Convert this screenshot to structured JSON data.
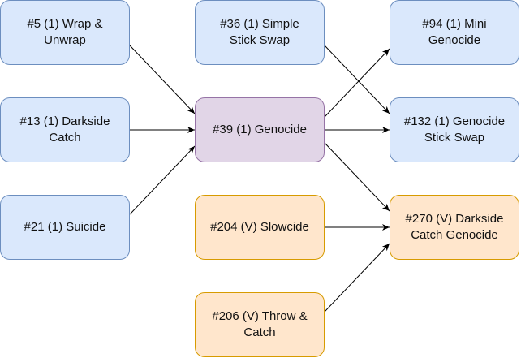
{
  "diagram": {
    "colors": {
      "blue_fill": "#dae8fc",
      "blue_stroke": "#6c8ebf",
      "purple_fill": "#e1d5e7",
      "purple_stroke": "#9673a6",
      "orange_fill": "#ffe6cc",
      "orange_stroke": "#d79b00",
      "edge": "#000000"
    },
    "nodes": {
      "n5": "#5 (1) Wrap & Unwrap",
      "n13": "#13 (1) Darkside Catch",
      "n21": "#21 (1) Suicide",
      "n36": "#36 (1) Simple Stick Swap",
      "n39": "#39 (1) Genocide",
      "n204": "#204 (V) Slowcide",
      "n206": "#206 (V) Throw & Catch",
      "n94": "#94 (1) Mini Genocide",
      "n132": "#132 (1) Genocide Stick Swap",
      "n270": "#270 (V) Darkside Catch Genocide"
    },
    "edges": [
      {
        "from": "n5",
        "to": "n39"
      },
      {
        "from": "n13",
        "to": "n39"
      },
      {
        "from": "n21",
        "to": "n39"
      },
      {
        "from": "n36",
        "to": "n132"
      },
      {
        "from": "n39",
        "to": "n94"
      },
      {
        "from": "n39",
        "to": "n132"
      },
      {
        "from": "n39",
        "to": "n270"
      },
      {
        "from": "n204",
        "to": "n270"
      },
      {
        "from": "n206",
        "to": "n270"
      }
    ]
  }
}
